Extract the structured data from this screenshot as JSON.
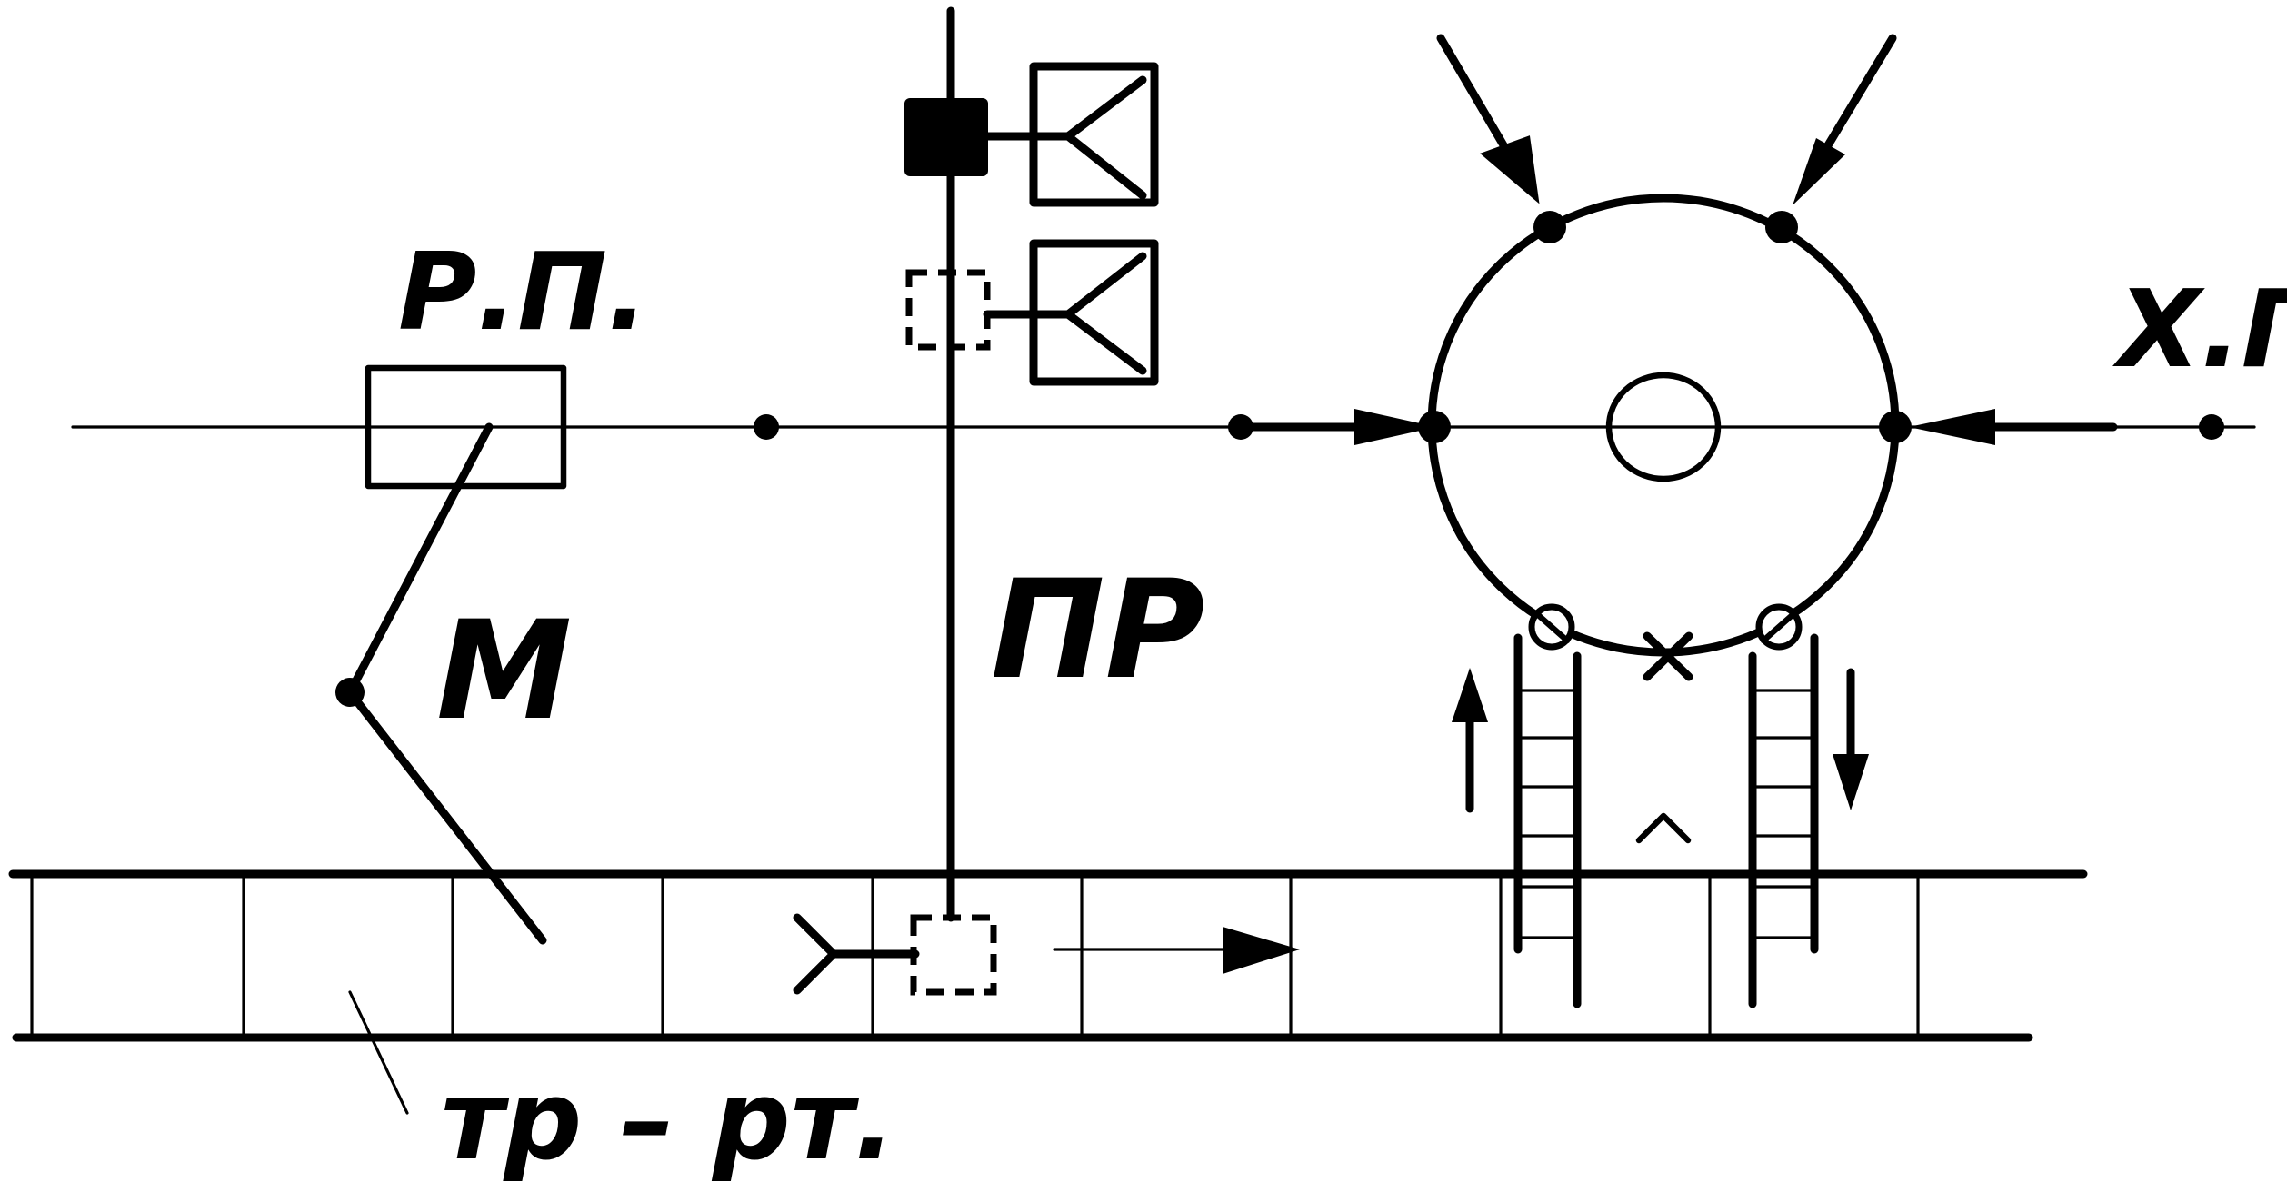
{
  "labels": {
    "rp": "Р.П.",
    "m": "М",
    "pr": "ПР",
    "xp": "Х.П.",
    "tr_rt": "тр – рт."
  },
  "colors": {
    "line": "#000000",
    "background": "#ffffff"
  },
  "icons": {
    "arrow": "filled-arrowhead",
    "node": "filled-dot",
    "sensor": "checkmark-bracket-box",
    "cross": "x-mark",
    "caret": "caret-up"
  }
}
